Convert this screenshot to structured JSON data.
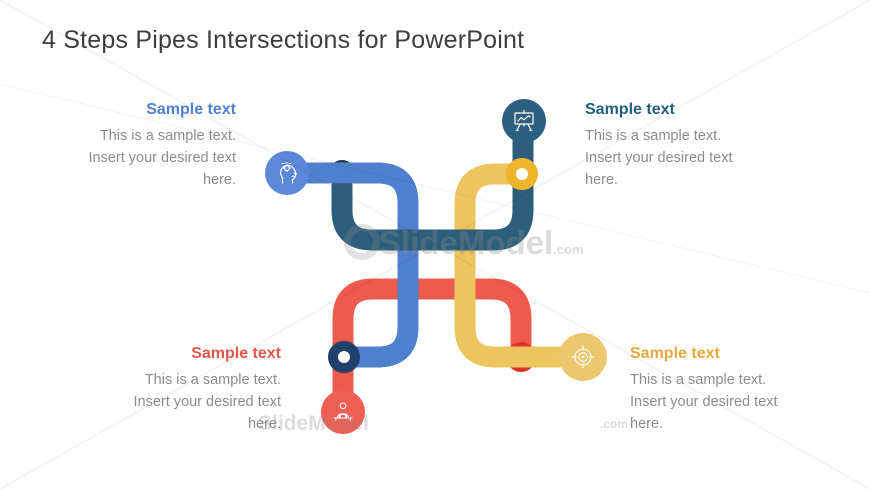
{
  "title": "4 Steps Pipes Intersections for PowerPoint",
  "watermark": {
    "brand": "SlideModel",
    "domain": ".com"
  },
  "colors": {
    "title_text": "#3E3E3E",
    "body_text": "#8C8C8C",
    "heading_blue": "#4E81CE",
    "heading_teal": "#1F5F7E",
    "heading_red": "#E4584B",
    "heading_gold": "#E3AA3C",
    "pipe_blue": "#4E80CE",
    "pipe_teal": "#2D5F7D",
    "pipe_red": "#EE5A4D",
    "pipe_yellow": "#EDC55F",
    "circle_blue": "#5B89D8",
    "circle_teal": "#2D607F",
    "circle_red": "#EE5E52",
    "circle_yellow": "#ECC76E",
    "junction_teal_dot": "#1B3B50",
    "junction_navy_ring": "#21406B",
    "junction_red_dot": "#DD3327",
    "junction_gold_ring": "#EFB42B",
    "icon_stroke": "#FFFFFF"
  },
  "steps": [
    {
      "position": "top-left",
      "heading": "Sample text",
      "body_lines": [
        "This is a sample text.",
        "Insert your desired text",
        "here."
      ],
      "icon": "head-gears-icon"
    },
    {
      "position": "top-right",
      "heading": "Sample text",
      "body_lines": [
        "This is a sample text.",
        "Insert your desired text",
        "here."
      ],
      "icon": "presentation-chart-icon"
    },
    {
      "position": "bottom-left",
      "heading": "Sample text",
      "body_lines": [
        "This is a sample text.",
        "Insert your desired text",
        "here."
      ],
      "icon": "person-desk-icon"
    },
    {
      "position": "bottom-right",
      "heading": "Sample text",
      "body_lines": [
        "This is a sample text.",
        "Insert your desired text",
        "here."
      ],
      "icon": "target-icon"
    }
  ]
}
